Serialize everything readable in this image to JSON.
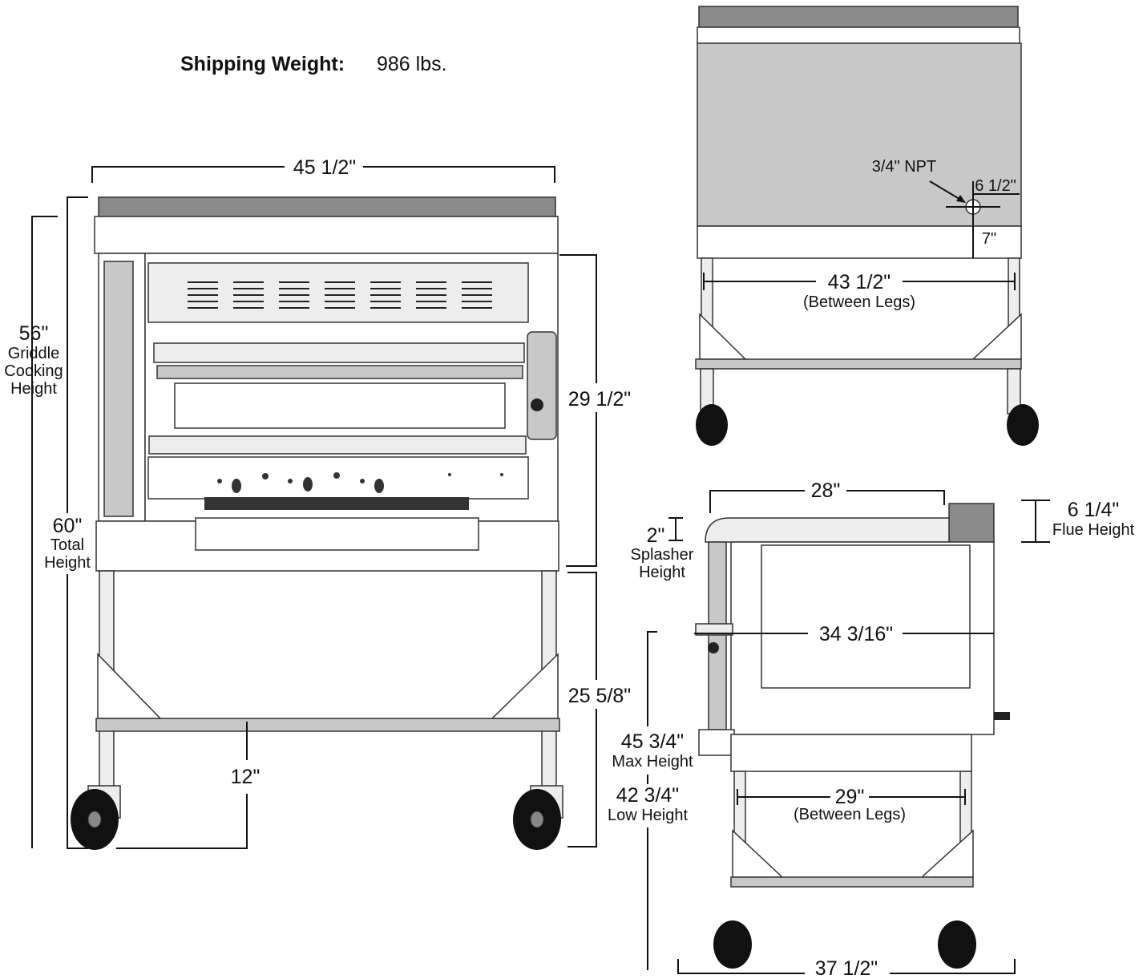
{
  "header": {
    "shipping_label": "Shipping Weight:",
    "shipping_value": "986 lbs."
  },
  "front_view": {
    "width": "45 1/2\"",
    "griddle_height_value": "56\"",
    "griddle_height_line1": "Griddle",
    "griddle_height_line2": "Cooking",
    "griddle_height_line3": "Height",
    "total_height_value": "60\"",
    "total_height_line1": "Total",
    "total_height_line2": "Height",
    "upper_height": "29 1/2\"",
    "lower_height": "25 5/8\"",
    "shelf_height": "12\""
  },
  "rear_view": {
    "gas_label": "3/4\" NPT",
    "gas_offset_side": "6 1/2\"",
    "gas_offset_height": "7\"",
    "leg_span_value": "43 1/2\"",
    "leg_span_note": "(Between Legs)"
  },
  "side_view": {
    "top_depth": "28\"",
    "flue_value": "6 1/4\"",
    "flue_label": "Flue Height",
    "splasher_value": "2\"",
    "splasher_line1": "Splasher",
    "splasher_line2": "Height",
    "body_depth": "34 3/16\"",
    "max_height_value": "45 3/4\"",
    "max_height_label": "Max Height",
    "low_height_value": "42 3/4\"",
    "low_height_label": "Low Height",
    "leg_span_value": "29\"",
    "leg_span_note": "(Between Legs)",
    "overall_depth": "37 1/2\""
  }
}
